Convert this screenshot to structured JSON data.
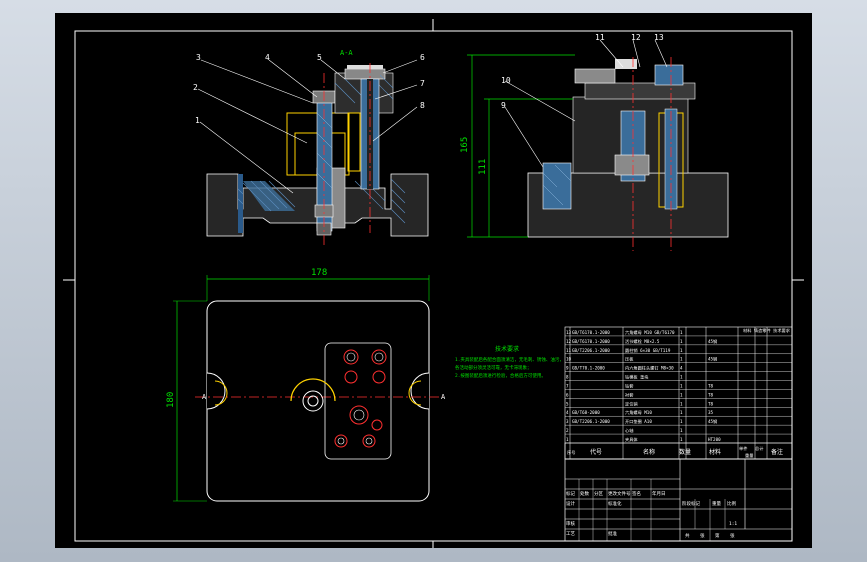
{
  "drawing": {
    "front_view": {
      "part_numbers": [
        "3",
        "4",
        "5",
        "6",
        "2",
        "7",
        "1",
        "8"
      ],
      "section_label": "A-A"
    },
    "side_view": {
      "part_numbers": [
        "11",
        "12",
        "13",
        "10",
        "9"
      ],
      "dimensions": {
        "overall_height": "165",
        "center_height": "111"
      }
    },
    "top_view": {
      "dimensions": {
        "width": "178",
        "height": "180"
      },
      "section_marks": [
        "A",
        "A"
      ]
    },
    "technical_requirements": {
      "title": "技术要求",
      "lines": [
        "1.夹具装配后各配合面须清洁，无毛刺、锈蚀、油污，",
        "各活动部分须灵活可靠，无卡滞现象；",
        "2.按图装配后须进行检验，合格后方可使用。"
      ]
    },
    "parts_list": {
      "header_note": "材料 铸造零件 技术要求",
      "rows": [
        {
          "no": "13",
          "std": "GB/T6170.1-2000",
          "name": "六角螺母 M10 GB/T6170",
          "qty": "1",
          "mat": "",
          "note": ""
        },
        {
          "no": "12",
          "std": "GB/T6170.1-2000",
          "name": "活节螺栓 M8×2.5",
          "qty": "1",
          "mat": "45钢",
          "note": ""
        },
        {
          "no": "11",
          "std": "GB/T2206.1-2000",
          "name": "圆柱销 6×30 GB/T119",
          "qty": "1",
          "mat": "",
          "note": ""
        },
        {
          "no": "10",
          "std": "",
          "name": "压板",
          "qty": "1",
          "mat": "45钢",
          "note": ""
        },
        {
          "no": "9",
          "std": "GB/T70.1-2000",
          "name": "内六角圆柱头螺钉 M8×30",
          "qty": "4",
          "mat": "",
          "note": ""
        },
        {
          "no": "8",
          "std": "",
          "name": "钻模板 垫块",
          "qty": "1",
          "mat": "",
          "note": ""
        },
        {
          "no": "7",
          "std": "",
          "name": "钻套",
          "qty": "1",
          "mat": "T8",
          "note": ""
        },
        {
          "no": "6",
          "std": "",
          "name": "衬套",
          "qty": "1",
          "mat": "T8",
          "note": ""
        },
        {
          "no": "5",
          "std": "",
          "name": "定位销",
          "qty": "1",
          "mat": "T8",
          "note": ""
        },
        {
          "no": "4",
          "std": "GB/T68-2000",
          "name": "六角螺母 M10",
          "qty": "1",
          "mat": "35",
          "note": ""
        },
        {
          "no": "3",
          "std": "GB/T2206.1-2000",
          "name": "开口垫圈 A10",
          "qty": "1",
          "mat": "45钢",
          "note": ""
        },
        {
          "no": "2",
          "std": "",
          "name": "心轴",
          "qty": "1",
          "mat": "",
          "note": ""
        },
        {
          "no": "1",
          "std": "",
          "name": "夹具体",
          "qty": "1",
          "mat": "HT200",
          "note": ""
        }
      ],
      "header": {
        "no": "序号",
        "code": "代号",
        "name": "名称",
        "qty": "数量",
        "mat": "材料",
        "unit": "单件",
        "total": "总计",
        "weight": "重量",
        "note": "备注"
      }
    },
    "title_block": {
      "row1": [
        "标记",
        "处数",
        "分区",
        "更改文件号",
        "签名",
        "年月日"
      ],
      "row2": [
        "设计",
        "标准化"
      ],
      "row3": [
        "审核"
      ],
      "row4": [
        "工艺",
        "批准"
      ],
      "stage": [
        "阶段标记",
        "重量",
        "比例"
      ],
      "scale": "1:1",
      "sheet": [
        "共",
        "张",
        "第",
        "张"
      ]
    }
  }
}
